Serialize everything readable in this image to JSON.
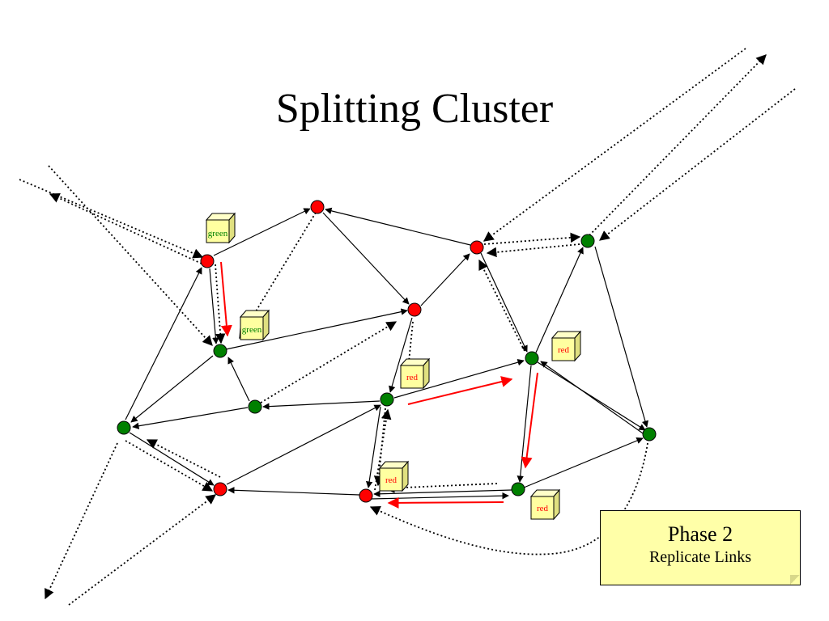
{
  "title": "Splitting Cluster",
  "note": {
    "title": "Phase 2",
    "subtitle": "Replicate Links"
  },
  "cubes": [
    {
      "id": "c1",
      "label": "green",
      "color": "#008000"
    },
    {
      "id": "c2",
      "label": "green",
      "color": "#008000"
    },
    {
      "id": "c3",
      "label": "red",
      "color": "#ff0000"
    },
    {
      "id": "c4",
      "label": "red",
      "color": "#ff0000"
    },
    {
      "id": "c5",
      "label": "red",
      "color": "#ff0000"
    },
    {
      "id": "c6",
      "label": "red",
      "color": "#ff0000"
    }
  ],
  "colors": {
    "red_node": "#ff0000",
    "green_node": "#008000",
    "cube_face": "#ffffa0",
    "note_bg": "#ffffa8",
    "accent_arrow": "#ff0000"
  }
}
